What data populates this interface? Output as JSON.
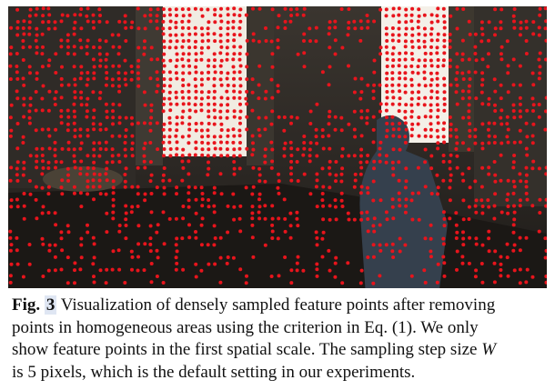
{
  "caption": {
    "label": "Fig.",
    "number": "3",
    "lines": [
      " Visualization of densely sampled feature points after removing",
      "points in homogeneous areas using the criterion in Eq. (1). We only",
      "show feature points in the first spatial scale. The sampling step size ",
      "is 5 pixels, which is the default setting in our experiments."
    ],
    "variable": "W"
  },
  "colors": {
    "point": "#e8141c",
    "window": "#f3efe6",
    "background": "#2a2622"
  }
}
